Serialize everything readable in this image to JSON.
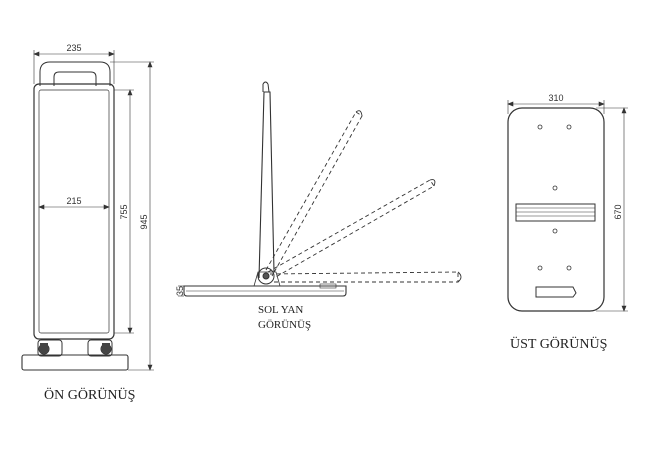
{
  "front_view": {
    "label": "ÖN GÖRÜNÜŞ",
    "dim_width_top": "235",
    "dim_width_inner": "215",
    "dim_height_panel": "755",
    "dim_height_total": "945"
  },
  "side_view": {
    "label_line1": "SOL YAN",
    "label_line2": "GÖRÜNÜŞ",
    "dim_base_height": "35"
  },
  "top_view": {
    "label": "ÜST GÖRÜNÜŞ",
    "dim_width": "310",
    "dim_length": "670"
  }
}
